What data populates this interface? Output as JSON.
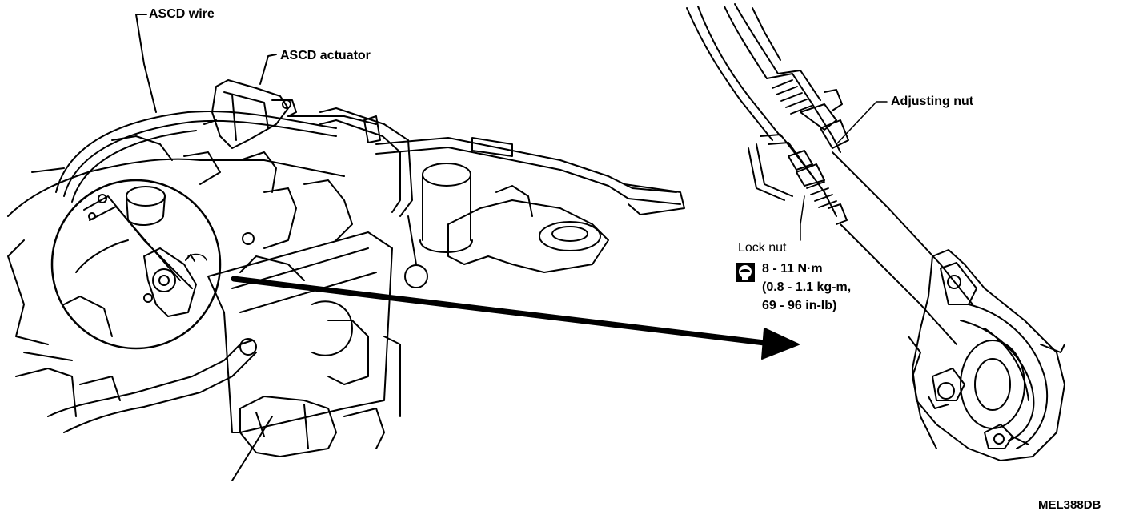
{
  "labels": {
    "ascd_wire": "ASCD wire",
    "ascd_actuator": "ASCD actuator",
    "adjusting_nut": "Adjusting nut",
    "lock_nut": "Lock nut"
  },
  "torque_spec": {
    "line1": "8 - 11 N·m",
    "line2": "(0.8 - 1.1 kg-m,",
    "line3": "69 - 96 in-lb)"
  },
  "figure_code": "MEL388DB"
}
